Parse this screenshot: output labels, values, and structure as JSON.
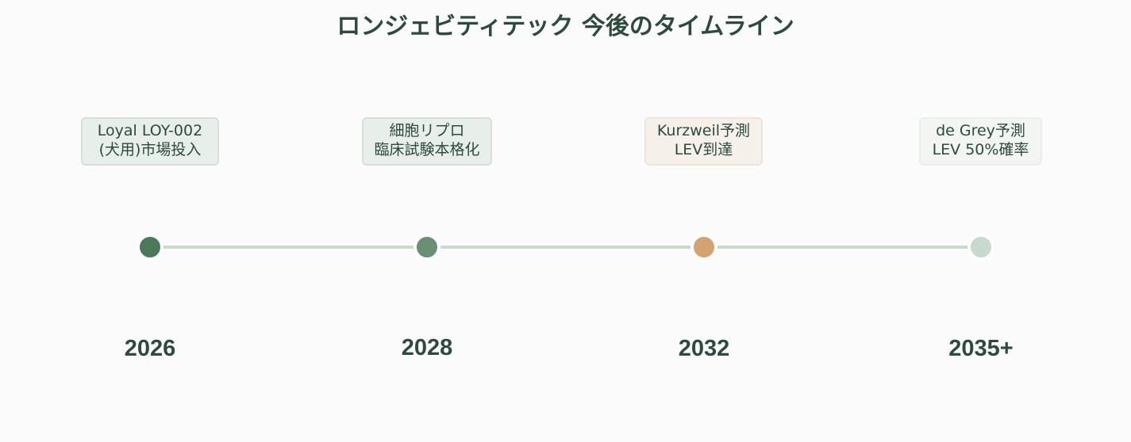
{
  "title": "ロンジェビティテック 今後のタイムライン",
  "colors": {
    "background": "#fbfbfb",
    "text": "#2d4a3e",
    "line": "#c7dacb"
  },
  "milestones": [
    {
      "year": "2026",
      "line1": "Loyal LOY-002",
      "line2": "(犬用)市場投入",
      "dot_color": "#4a7a5a",
      "box_bg": "#e8eeea",
      "box_border": "#d6e0d9"
    },
    {
      "year": "2028",
      "line1": "細胞リプロ",
      "line2": "臨床試験本格化",
      "dot_color": "#6b8f72",
      "box_bg": "#e8eeea",
      "box_border": "#d6e0d9"
    },
    {
      "year": "2032",
      "line1": "Kurzweil予測",
      "line2": "LEV到達",
      "dot_color": "#d4a373",
      "box_bg": "#f5f0ea",
      "box_border": "#efe4d8"
    },
    {
      "year": "2035+",
      "line1": "de Grey予測",
      "line2": "LEV 50%確率",
      "dot_color": "#c7dacb",
      "box_bg": "#f3f5f3",
      "box_border": "#ebefec"
    }
  ]
}
